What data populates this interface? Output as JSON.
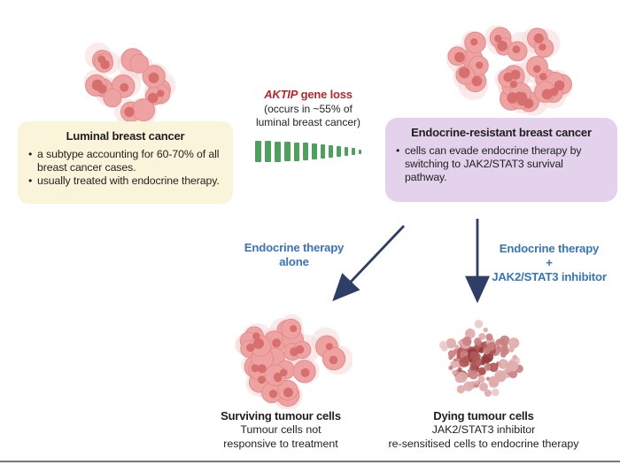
{
  "figure": {
    "background": "#ffffff",
    "left_box": {
      "bg_color": "#faf4da",
      "title": "Luminal breast cancer",
      "bullets": [
        "a subtype accounting for 60-70% of all breast cancer cases.",
        "usually treated with endocrine therapy."
      ]
    },
    "gene_loss": {
      "accent_color": "#b2282e",
      "gene_name": "AKTIP",
      "title_suffix": " gene loss",
      "subtitle_line1": "(occurs in ~55% of",
      "subtitle_line2": "luminal breast cancer)",
      "bars_color": "#4fa05e"
    },
    "right_box": {
      "bg_color": "#e4d2ec",
      "title": "Endocrine-resistant breast cancer",
      "bullets": [
        "cells can evade endocrine therapy by switching to JAK2/STAT3 survival pathway."
      ]
    },
    "pathway_left": {
      "line1": "Endocrine therapy",
      "line2": "alone"
    },
    "pathway_right": {
      "line1": "Endocrine therapy",
      "line2": "+",
      "line3": "JAK2/STAT3 inhibitor"
    },
    "label_color": "#3a74b3",
    "arrow_color": "#2e3e66",
    "outcome_left": {
      "title": "Surviving tumour cells",
      "sub1": "Tumour cells not",
      "sub2": "responsive to treatment"
    },
    "outcome_right": {
      "title": "Dying tumour cells",
      "sub1": "JAK2/STAT3 inhibitor",
      "sub2": "re-sensitised cells to endocrine therapy"
    },
    "illustrations": {
      "top_left": "luminal-tumour-cell-cluster",
      "top_right": "endocrine-resistant-tumour-cell-cluster",
      "bottom_left": "surviving-tumour-cell-cluster",
      "bottom_right": "dying-tumour-cell-cluster"
    }
  }
}
